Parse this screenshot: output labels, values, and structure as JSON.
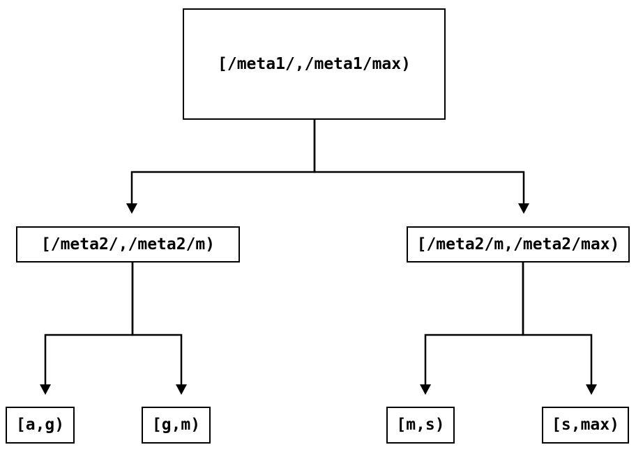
{
  "diagram": {
    "type": "tree",
    "colors": {
      "background": "#ffffff",
      "line": "#000000",
      "text": "#000000"
    },
    "nodes": {
      "root": {
        "label": "[/meta1/,/meta1/max)"
      },
      "mid_left": {
        "label": "[/meta2/,/meta2/m)"
      },
      "mid_right": {
        "label": "[/meta2/m,/meta2/max)"
      },
      "leaf_ag": {
        "label": "[a,g)"
      },
      "leaf_gm": {
        "label": "[g,m)"
      },
      "leaf_ms": {
        "label": "[m,s)"
      },
      "leaf_smax": {
        "label": "[s,max)"
      }
    },
    "edges": [
      {
        "from": "root",
        "to": "mid_left"
      },
      {
        "from": "root",
        "to": "mid_right"
      },
      {
        "from": "mid_left",
        "to": "leaf_ag"
      },
      {
        "from": "mid_left",
        "to": "leaf_gm"
      },
      {
        "from": "mid_right",
        "to": "leaf_ms"
      },
      {
        "from": "mid_right",
        "to": "leaf_smax"
      }
    ]
  }
}
